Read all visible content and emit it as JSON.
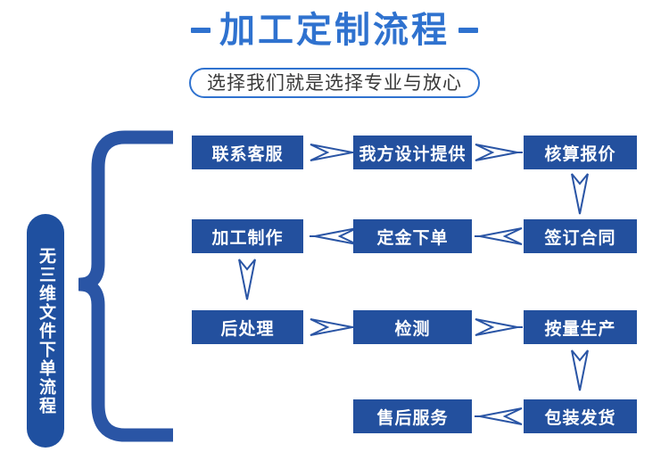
{
  "header": {
    "title": "加工定制流程",
    "dash_left": "dash",
    "dash_right": "dash",
    "subtitle": "选择我们就是选择专业与放心"
  },
  "side_label": {
    "text": "无三维文件下单流程"
  },
  "colors": {
    "title_blue": "#2f72cf",
    "box_blue": "#23509e",
    "pill_blue": "#1f50a0",
    "brace_blue": "#2a55a5",
    "arrow_blue": "#2a55a5",
    "subtitle_text": "#3a3a3a",
    "background": "#ffffff"
  },
  "flow": {
    "rows": [
      {
        "row_index": 1,
        "direction": "right",
        "boxes": [
          {
            "label": "联系客服",
            "column": 1
          },
          {
            "label": "我方设计提供",
            "column": 2
          },
          {
            "label": "核算报价",
            "column": 3
          }
        ]
      },
      {
        "row_index": 2,
        "direction": "left",
        "boxes": [
          {
            "label": "加工制作",
            "column": 1
          },
          {
            "label": "定金下单",
            "column": 2
          },
          {
            "label": "签订合同",
            "column": 3
          }
        ]
      },
      {
        "row_index": 3,
        "direction": "right",
        "boxes": [
          {
            "label": "后处理",
            "column": 1
          },
          {
            "label": "检测",
            "column": 2
          },
          {
            "label": "按量生产",
            "column": 3
          }
        ]
      },
      {
        "row_index": 4,
        "direction": "left",
        "boxes": [
          {
            "label": "售后服务",
            "column": 2
          },
          {
            "label": "包装发货",
            "column": 3
          }
        ]
      }
    ],
    "connectors": [
      {
        "name": "row1-to-row2",
        "column": 3,
        "direction": "down"
      },
      {
        "name": "row2-to-row3",
        "column": 1,
        "direction": "down"
      },
      {
        "name": "row3-to-row4",
        "column": 3,
        "direction": "down"
      }
    ],
    "sequence": [
      "联系客服",
      "我方设计提供",
      "核算报价",
      "签订合同",
      "定金下单",
      "加工制作",
      "后处理",
      "检测",
      "按量生产",
      "包装发货",
      "售后服务"
    ]
  },
  "icons": {
    "arrow_right": "double-chevron-right-icon",
    "arrow_left": "double-chevron-left-icon",
    "arrow_down": "chevron-down-icon",
    "brace": "curly-brace-icon"
  }
}
